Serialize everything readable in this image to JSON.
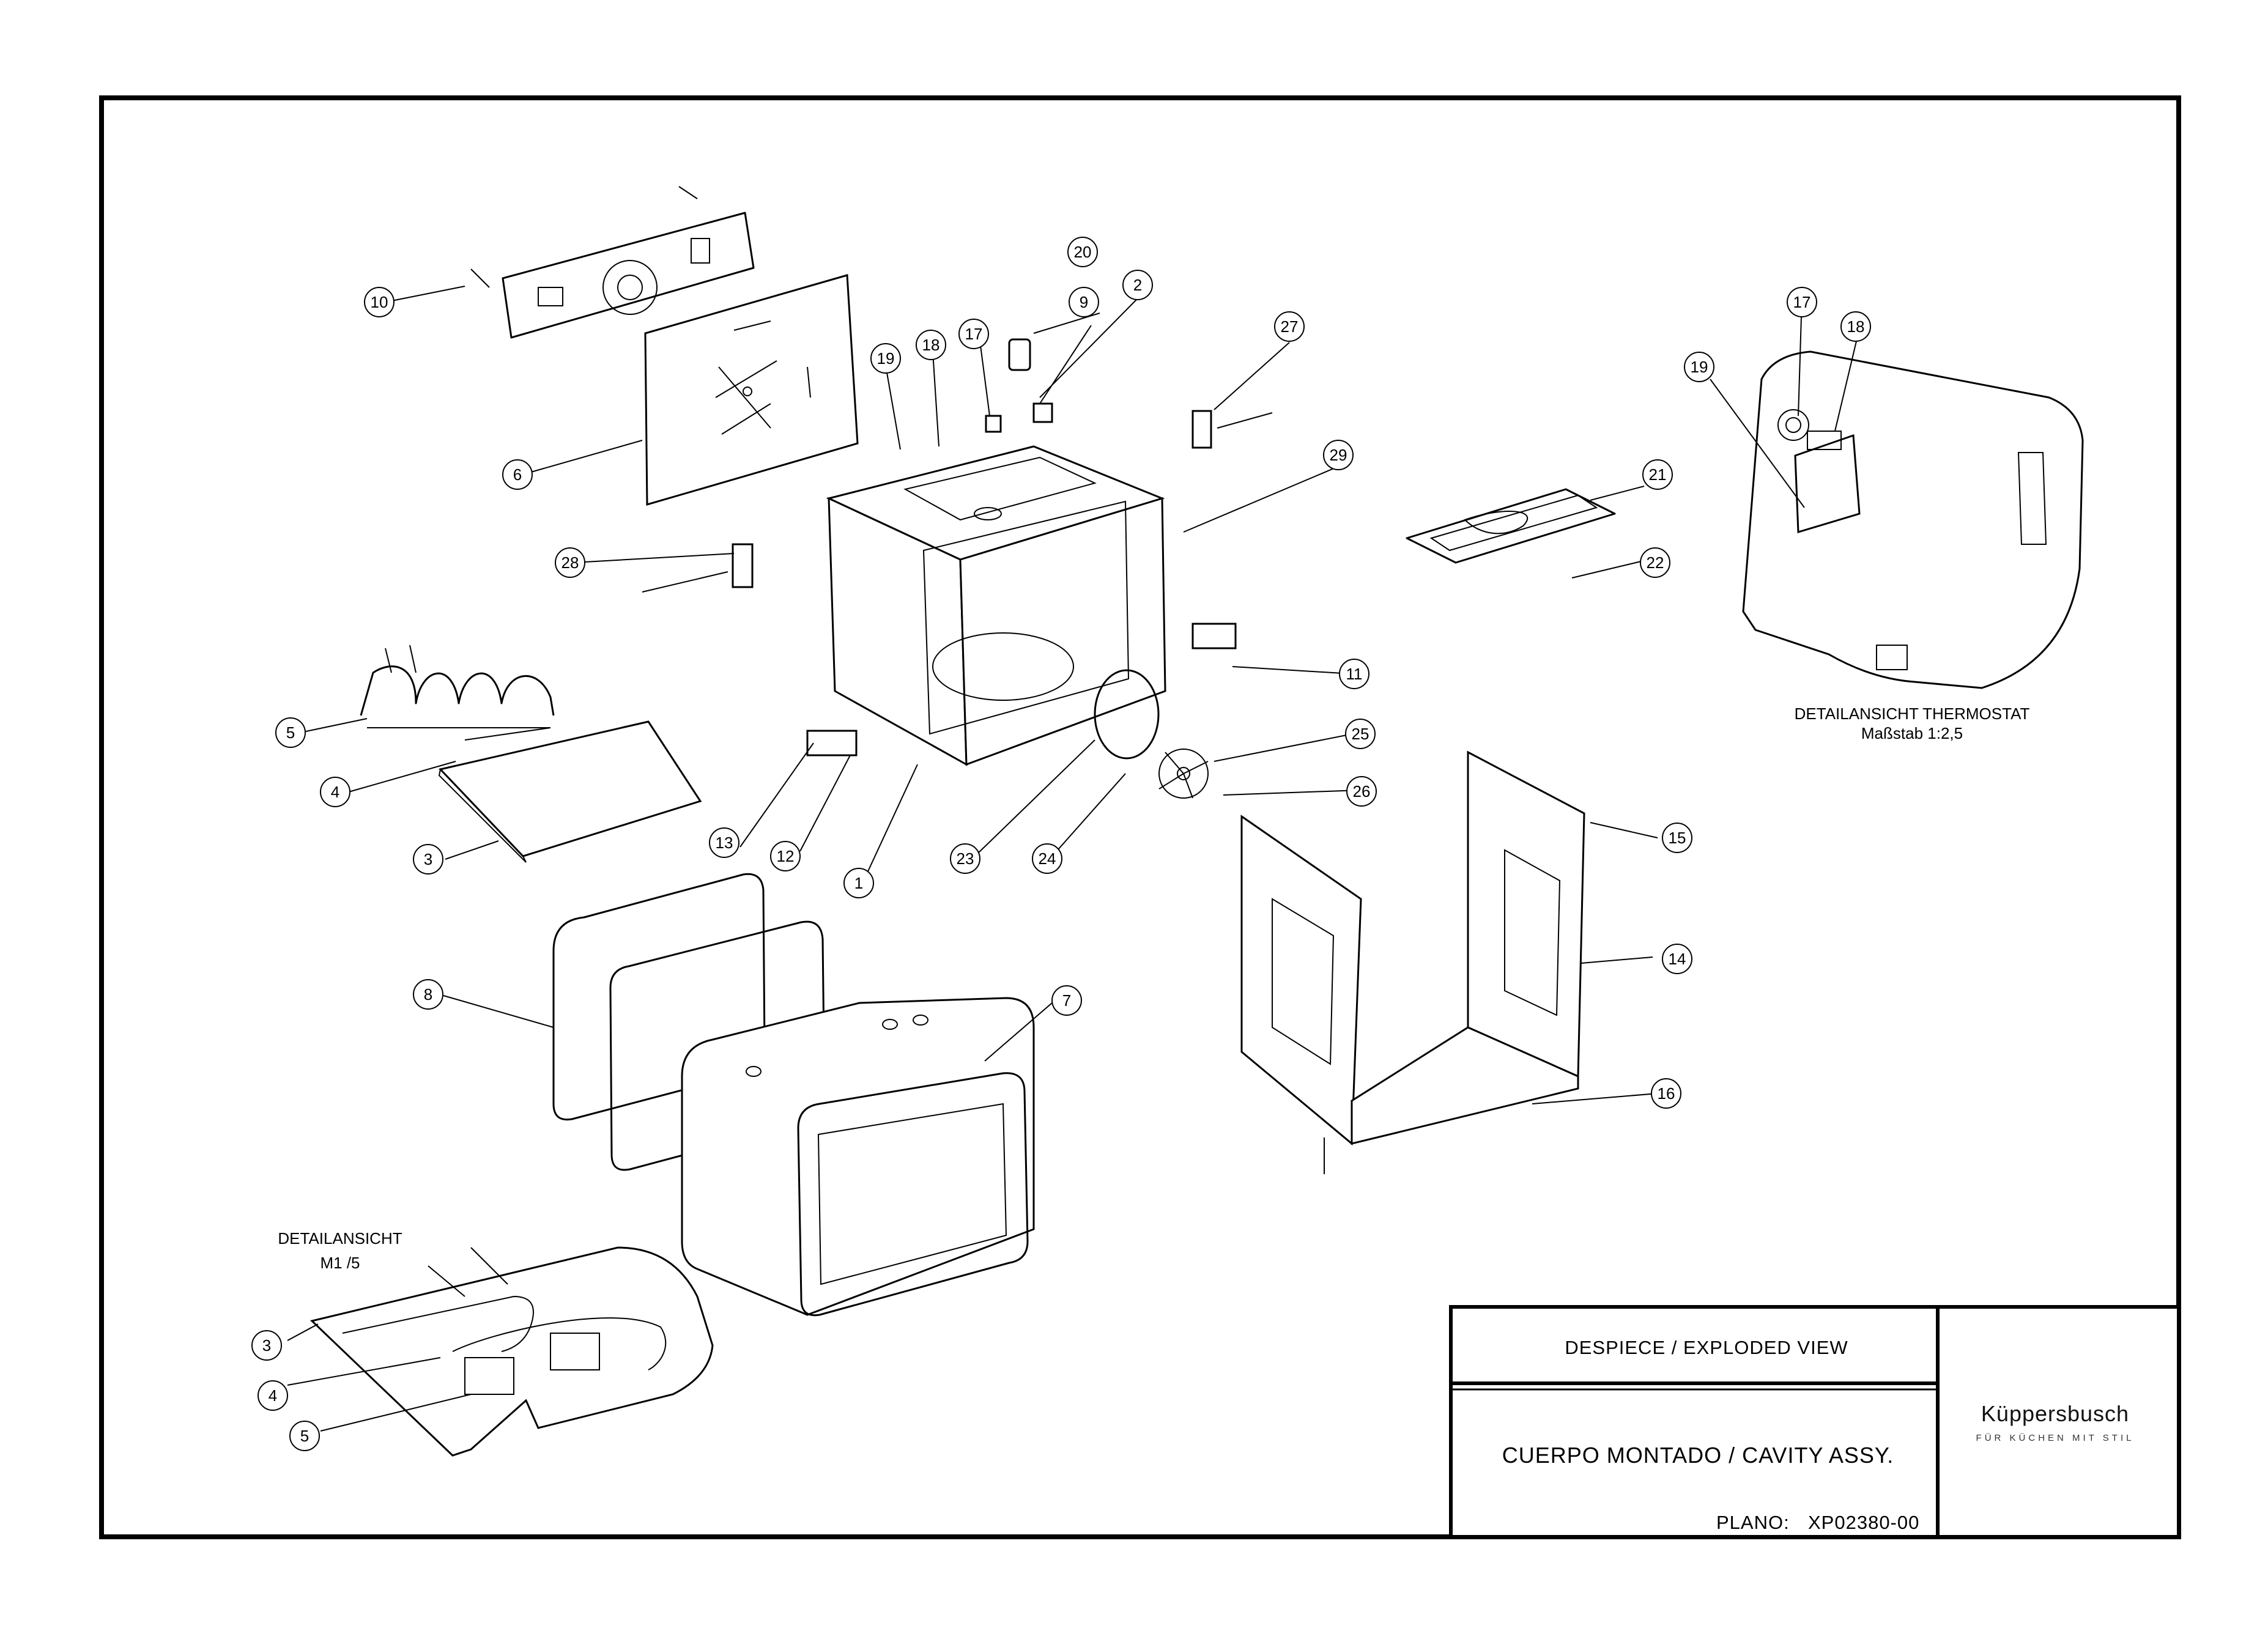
{
  "callouts": [
    "1",
    "2",
    "3",
    "4",
    "5",
    "6",
    "7",
    "8",
    "9",
    "10",
    "11",
    "12",
    "13",
    "14",
    "15",
    "16",
    "17",
    "18",
    "19",
    "20",
    "21",
    "22",
    "23",
    "24",
    "25",
    "26",
    "27",
    "28",
    "29"
  ],
  "detail_callouts": [
    "3",
    "4",
    "5"
  ],
  "thermostat_callouts": [
    "17",
    "18",
    "19"
  ],
  "notes": {
    "detail_heater": [
      "DETAILANSICHT",
      "M1 /5"
    ],
    "detail_thermostat": [
      "DETAILANSICHT THERMOSTAT",
      "Maßstab 1:2,5"
    ]
  },
  "title_block": {
    "title": "DESPIECE / EXPLODED VIEW",
    "subtitle": "CUERPO MONTADO / CAVITY ASSY.",
    "plan_label": "PLANO:",
    "plan_number": "XP02380-00",
    "brand": "Küppersbusch",
    "brand_tagline": "FÜR KÜCHEN MIT STIL"
  }
}
